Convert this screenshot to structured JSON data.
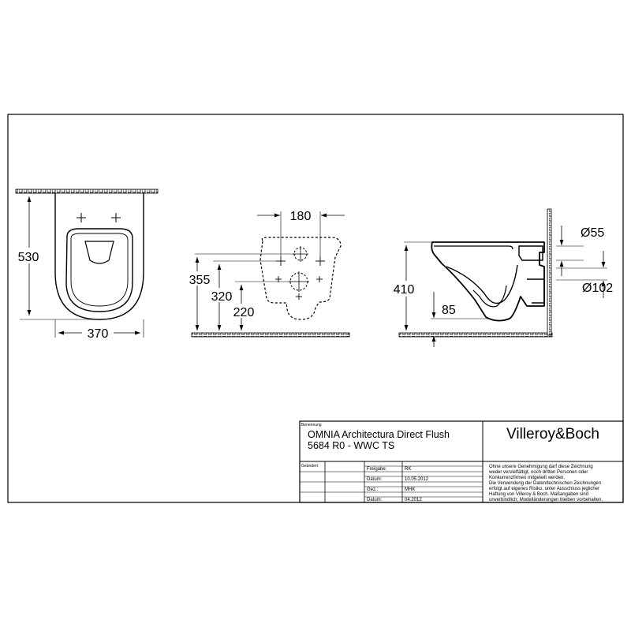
{
  "views": {
    "top": {
      "depth_label": "530",
      "width_label": "370"
    },
    "rear": {
      "width_label": "180",
      "height_labels": [
        "355",
        "320",
        "220"
      ]
    },
    "side": {
      "height_label": "410",
      "outlet_label": "85",
      "inlet_label": "Ø55",
      "outlet_diameter_label": "Ø102"
    }
  },
  "title_block": {
    "name_header": "Benennung",
    "product_line1": "OMNIA Architectura Direct Flush",
    "product_line2": "5684 R0 - WWC TS",
    "brand": "Villeroy&Boch",
    "changed_header": "Geändert:",
    "fields": [
      {
        "label": "Freigabe:",
        "value": "RK"
      },
      {
        "label": "Datum:",
        "value": "10.05.2012"
      },
      {
        "label": "Gez.:",
        "value": "MHK"
      },
      {
        "label": "Datum:",
        "value": "04.2012"
      }
    ],
    "disclaimer": [
      "Ohne unsere Genehmigung darf diese Zeichnung",
      "weder vervielfältigt, noch dritten Personen oder",
      "Konkurrenzfirmen mitgeteilt werden.",
      "Die Verwendung der Daten/technischen Zeichnungen",
      "erfolgt auf eigenes Risiko, unter Ausschluss jeglicher",
      "Haftung von Villeroy & Boch. Maßangaben sind",
      "unverbindlich; Modelländerungen bleiben vorbehalten."
    ]
  }
}
